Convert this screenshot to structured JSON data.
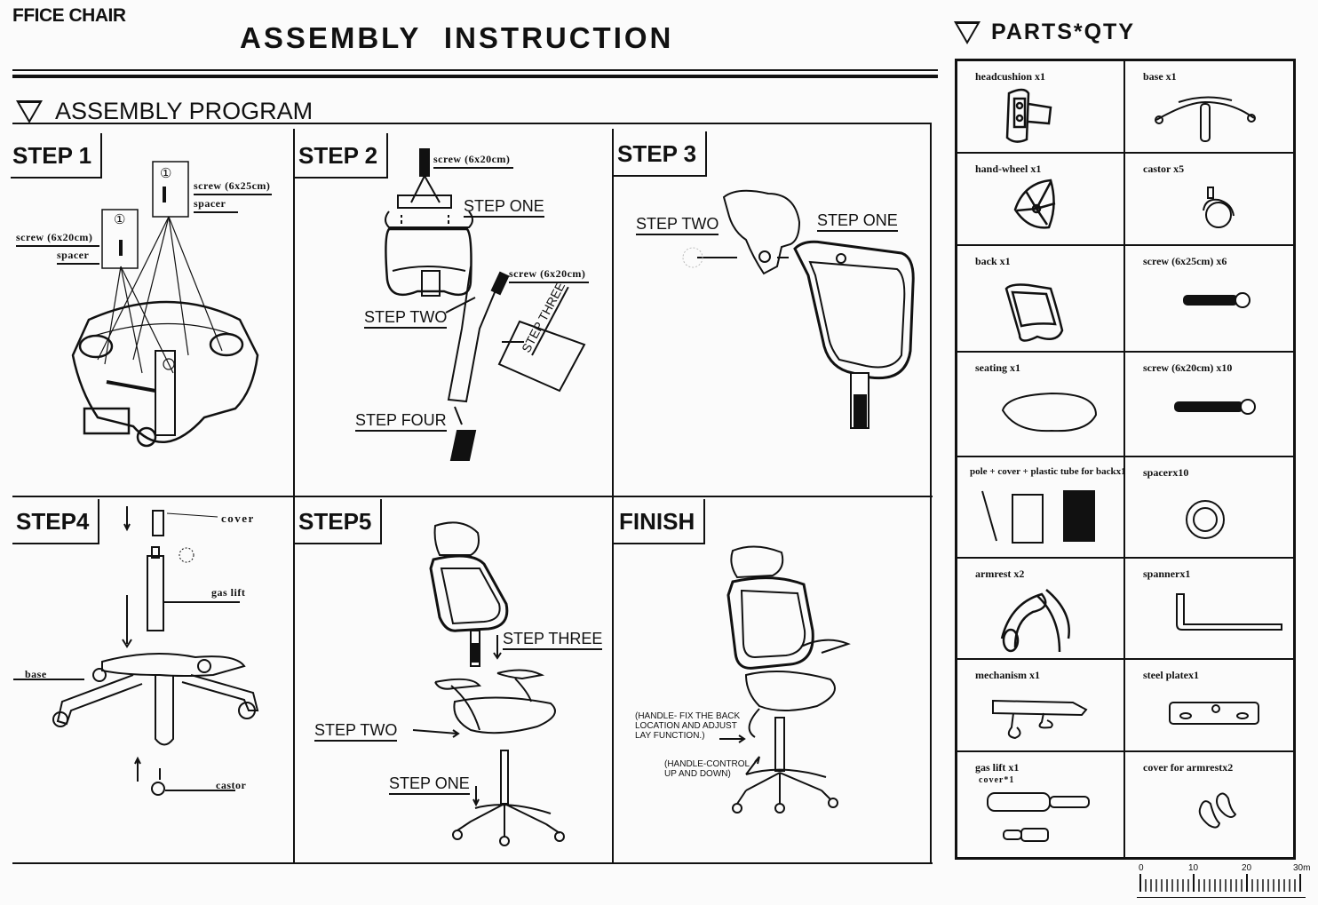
{
  "header": {
    "brand": "FFICE CHAIR",
    "title": "ASSEMBLY INSTRUCTION"
  },
  "assembly_program": {
    "heading": "ASSEMBLY PROGRAM",
    "steps": [
      {
        "label": "STEP 1",
        "notes": [
          "screw (6x25cm)",
          "spacer",
          "screw (6x20cm)",
          "spacer"
        ],
        "markers": [
          "①",
          "①"
        ]
      },
      {
        "label": "STEP 2",
        "notes": [
          "screw (6x20cm)",
          "screw (6x20cm)"
        ],
        "callouts": [
          "STEP ONE",
          "STEP TWO",
          "STEP THREE",
          "STEP FOUR"
        ]
      },
      {
        "label": "STEP 3",
        "callouts": [
          "STEP TWO",
          "STEP ONE"
        ]
      },
      {
        "label": "STEP4",
        "notes": [
          "cover",
          "gas lift",
          "base",
          "castor"
        ]
      },
      {
        "label": "STEP5",
        "callouts": [
          "STEP THREE",
          "STEP TWO",
          "STEP ONE"
        ]
      },
      {
        "label": "FINISH",
        "annotations": [
          "(HANDLE- FIX THE BACK LOCATION AND ADJUST LAY FUNCTION.)",
          "(HANDLE-CONTROL UP AND DOWN)"
        ]
      }
    ]
  },
  "parts": {
    "heading": "PARTS*QTY",
    "items": [
      {
        "label": "headcushion x1",
        "icon": "headcushion-icon"
      },
      {
        "label": "base x1",
        "icon": "base-icon"
      },
      {
        "label": "hand-wheel x1",
        "icon": "hand-wheel-icon"
      },
      {
        "label": "castor x5",
        "icon": "castor-icon"
      },
      {
        "label": "back x1",
        "icon": "back-icon"
      },
      {
        "label": "screw (6x25cm) x6",
        "icon": "screw-icon"
      },
      {
        "label": "seating x1",
        "icon": "seating-icon"
      },
      {
        "label": "screw (6x20cm) x10",
        "icon": "screw-icon"
      },
      {
        "label": "pole + cover + plastic tube for backx1",
        "icon": "pole-icon"
      },
      {
        "label": "spacerx10",
        "icon": "spacer-icon"
      },
      {
        "label": "armrest x2",
        "icon": "armrest-icon"
      },
      {
        "label": "spannerx1",
        "icon": "spanner-icon"
      },
      {
        "label": "mechanism x1",
        "icon": "mechanism-icon"
      },
      {
        "label": "steel platex1",
        "icon": "steel-plate-icon"
      },
      {
        "label": "gas lift x1",
        "sublabel": "cover*1",
        "icon": "gas-lift-icon"
      },
      {
        "label": "cover for armrestx2",
        "icon": "armrest-cover-icon"
      }
    ]
  },
  "scale_ruler": {
    "ticks": [
      "0",
      "10",
      "20",
      "30m"
    ]
  }
}
